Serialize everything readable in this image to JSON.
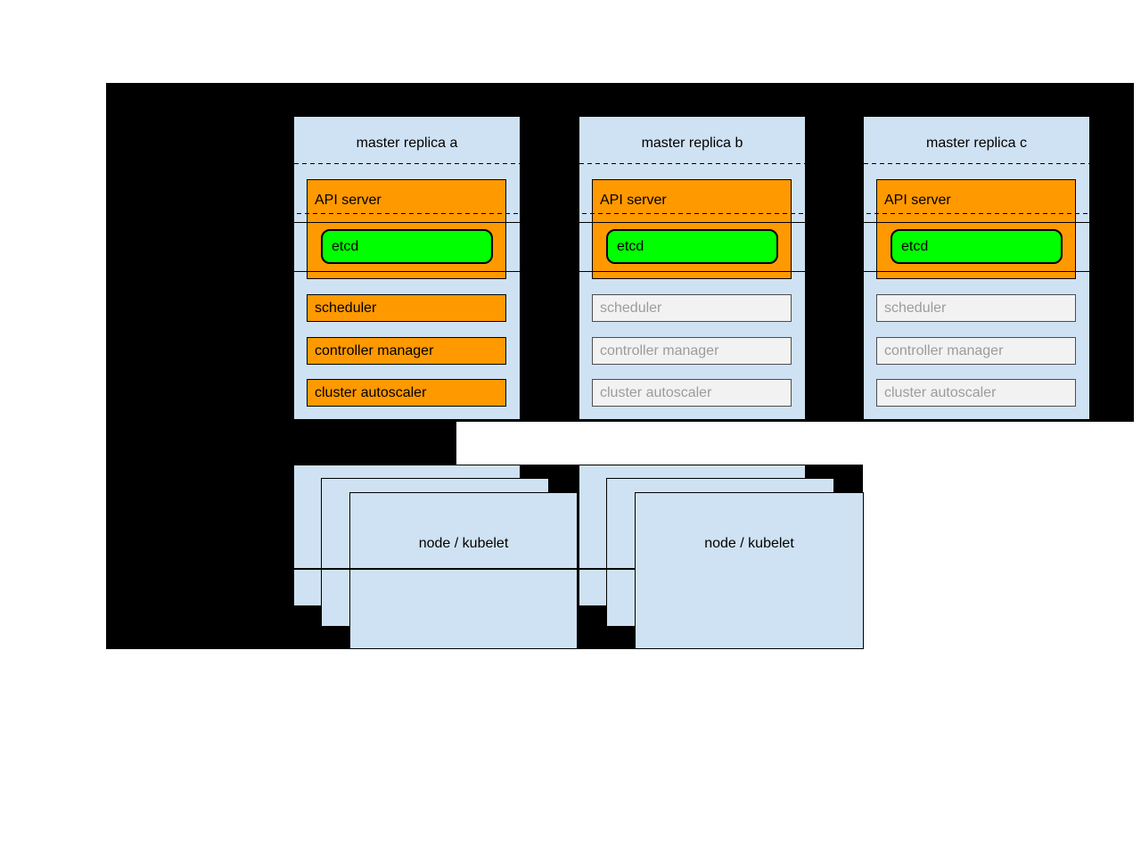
{
  "diagram": {
    "colors": {
      "canvas_bg": "#000000",
      "page_bg": "#ffffff",
      "box_fill": "#cfe2f3",
      "active_fill": "#ff9900",
      "etcd_fill": "#00ff00",
      "inactive_fill": "#f2f2f2",
      "inactive_text": "#9c9c9c",
      "border": "#000000"
    },
    "replicas": [
      {
        "title": "master replica a",
        "api_server": {
          "label": "API server",
          "state": "active"
        },
        "etcd": {
          "label": "etcd"
        },
        "components": [
          {
            "label": "scheduler",
            "state": "active"
          },
          {
            "label": "controller manager",
            "state": "active"
          },
          {
            "label": "cluster autoscaler",
            "state": "active"
          }
        ]
      },
      {
        "title": "master replica b",
        "api_server": {
          "label": "API server",
          "state": "active"
        },
        "etcd": {
          "label": "etcd"
        },
        "components": [
          {
            "label": "scheduler",
            "state": "inactive"
          },
          {
            "label": "controller manager",
            "state": "inactive"
          },
          {
            "label": "cluster autoscaler",
            "state": "inactive"
          }
        ]
      },
      {
        "title": "master replica c",
        "api_server": {
          "label": "API server",
          "state": "active"
        },
        "etcd": {
          "label": "etcd"
        },
        "components": [
          {
            "label": "scheduler",
            "state": "inactive"
          },
          {
            "label": "controller manager",
            "state": "inactive"
          },
          {
            "label": "cluster autoscaler",
            "state": "inactive"
          }
        ]
      }
    ],
    "node_groups": [
      {
        "front_label": "node / kubelet"
      },
      {
        "front_label": "node / kubelet"
      }
    ]
  }
}
